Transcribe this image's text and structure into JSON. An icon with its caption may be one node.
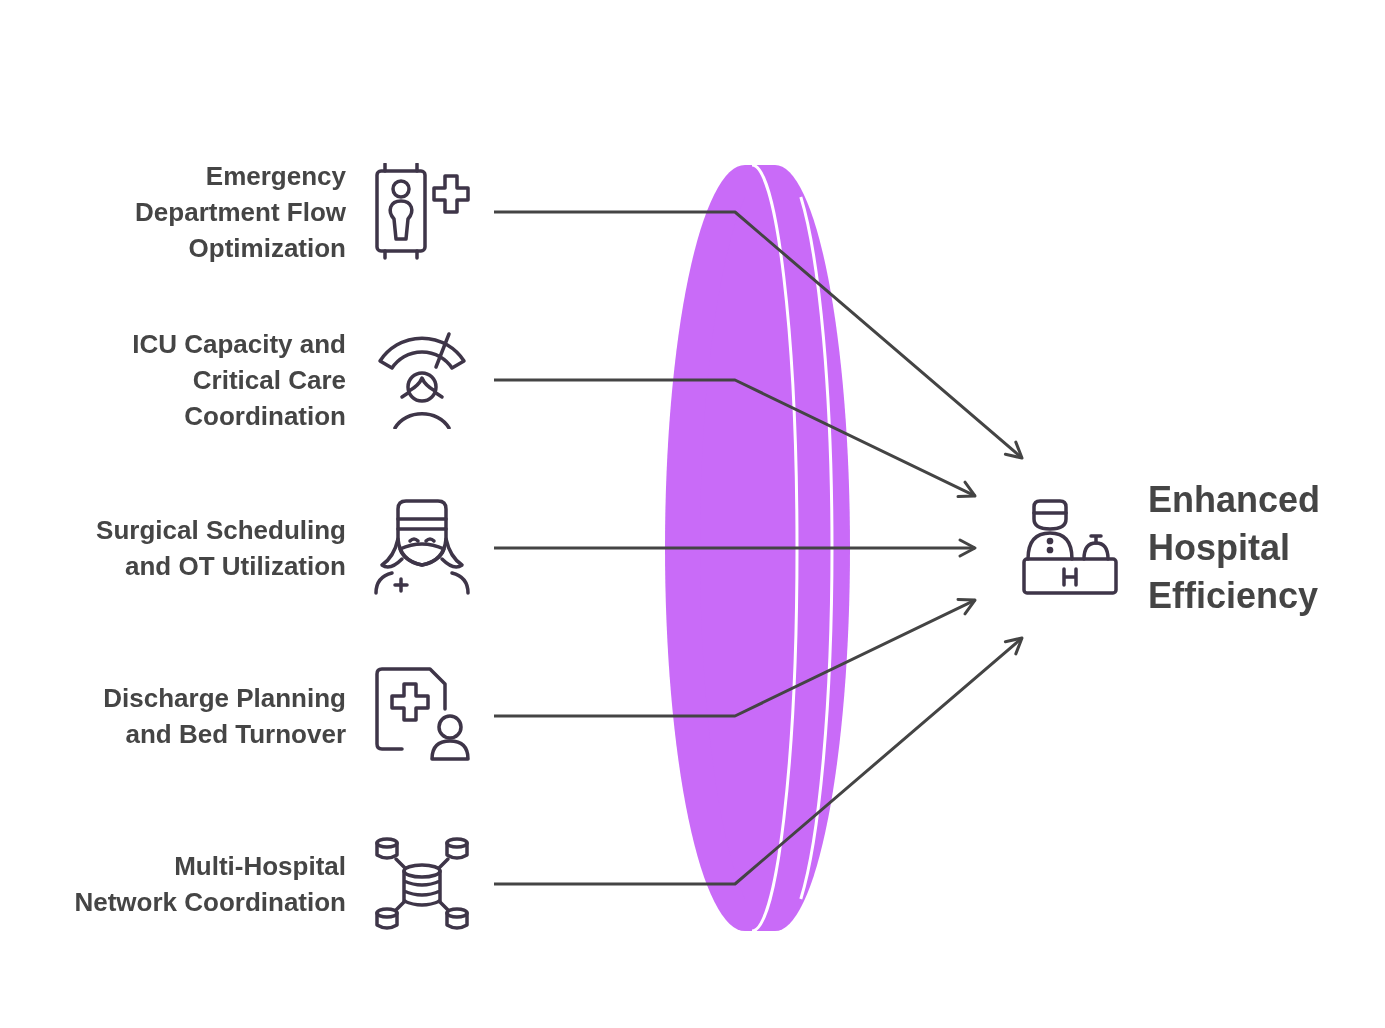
{
  "diagram": {
    "nodes": [
      {
        "text": [
          "Emergency Department Flow Optimization"
        ]
      },
      {
        "text": [
          "ICU Capacity and Critical Care Coordination"
        ]
      },
      {
        "text": [
          "Surgical Scheduling and OT Utilization"
        ]
      },
      {
        "text": [
          "Discharge Planning and Bed Turnover"
        ]
      },
      {
        "text": [
          "Multi-Hospital Network Coordination"
        ]
      },
      {
        "text": [
          "Enhanced Hospital Efficiency"
        ]
      }
    ],
    "edges": [
      {
        "from": 0,
        "to": 5,
        "arrow": "to"
      },
      {
        "from": 1,
        "to": 5,
        "arrow": "to"
      },
      {
        "from": 2,
        "to": 5,
        "arrow": "to"
      },
      {
        "from": 3,
        "to": 5,
        "arrow": "to"
      },
      {
        "from": 4,
        "to": 5,
        "arrow": "to"
      }
    ]
  }
}
